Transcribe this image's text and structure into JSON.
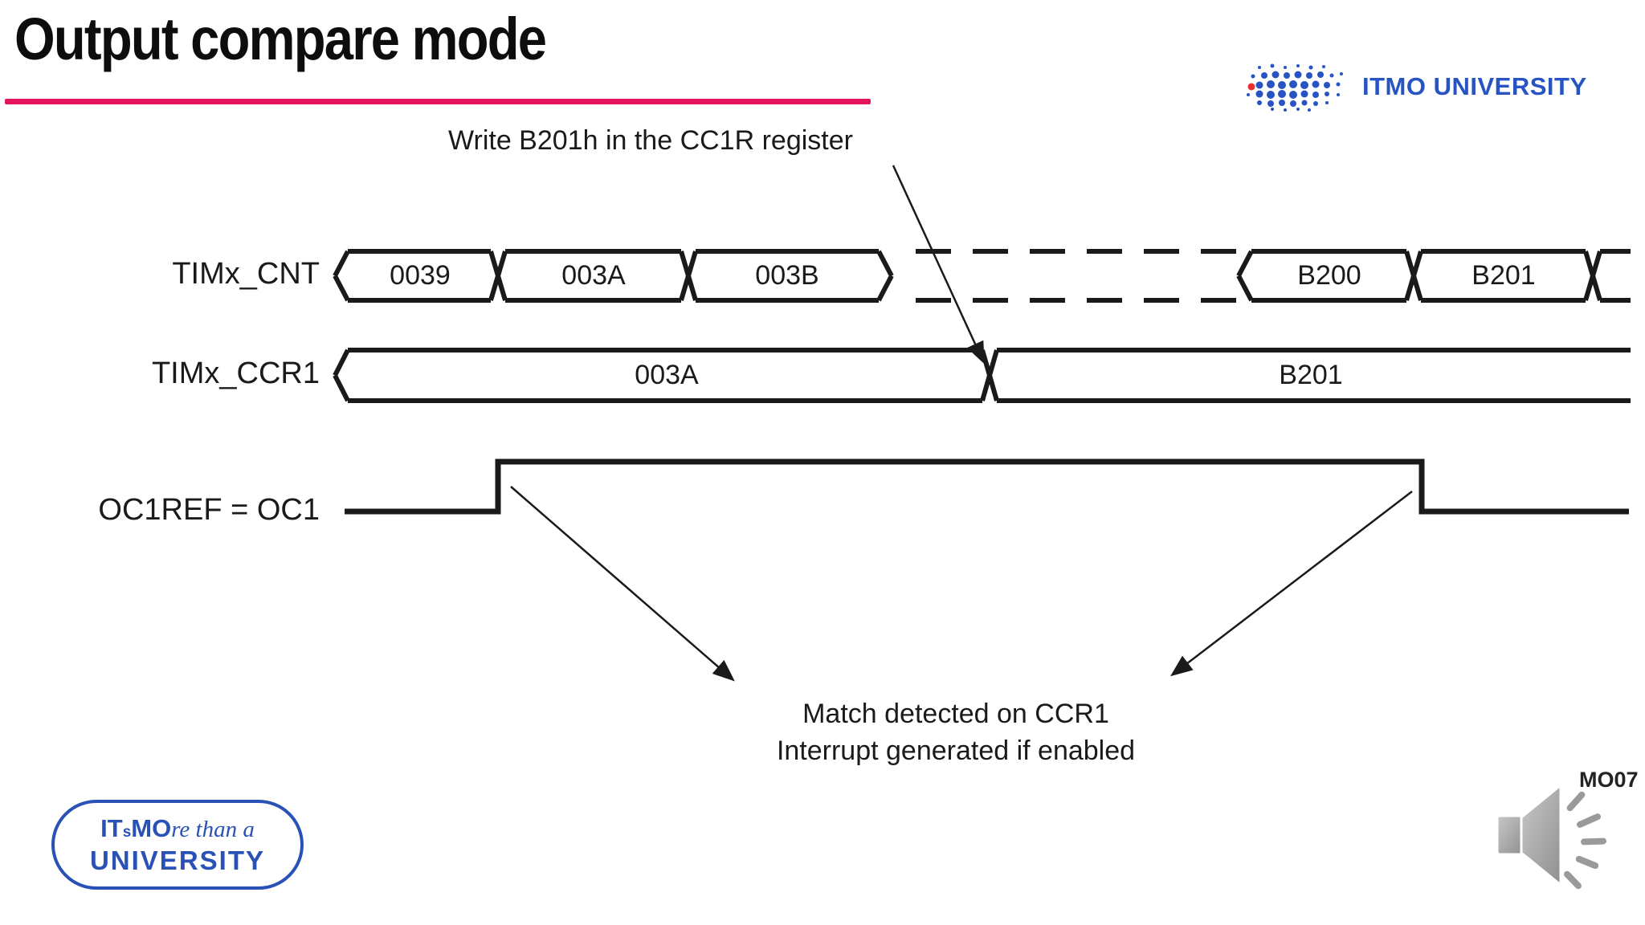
{
  "title": "Output compare mode",
  "header": {
    "university": "ITMO UNIVERSITY"
  },
  "diagram": {
    "annotation": "Write B201h in the CC1R register",
    "rows": {
      "cnt": {
        "label": "TIMx_CNT",
        "values": [
          "0039",
          "003A",
          "003B",
          "B200",
          "B201"
        ]
      },
      "ccr1": {
        "label": "TIMx_CCR1",
        "values": [
          "003A",
          "B201"
        ]
      },
      "oc1": {
        "label": "OC1REF = OC1"
      }
    },
    "match_note": {
      "line1": "Match detected on CCR1",
      "line2": "Interrupt generated if enabled"
    }
  },
  "footer": {
    "logo": {
      "it": "IT",
      "s": "s",
      "mo": "MO",
      "script": "re than a",
      "line2": "UNIVERSITY"
    },
    "fragment": "MO07"
  },
  "icons": [
    "itmo-dots-logo",
    "speaker-icon"
  ],
  "colors": {
    "accent_rule": "#E4155E",
    "brand_blue": "#2853C2",
    "logo_blue": "#2A51B5",
    "line_black": "#1A1A1A",
    "red_dot": "#E8312F"
  }
}
